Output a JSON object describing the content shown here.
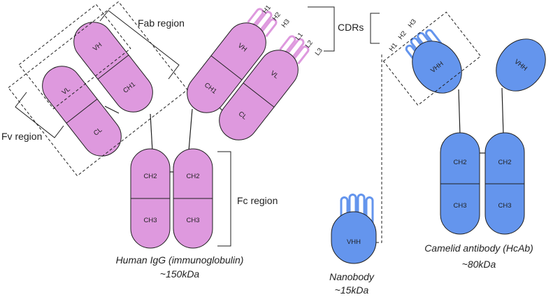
{
  "colors": {
    "igg": "#de99de",
    "igg_loop": "#de99de",
    "camelid": "#6495ed",
    "camelid_loop": "#6495ed",
    "outline": "#1f1f1f"
  },
  "igg": {
    "heavy_left": {
      "v": "VH",
      "c1": "CH1"
    },
    "light_left": {
      "v": "VL",
      "c": "CL"
    },
    "heavy_right": {
      "v": "VH",
      "c1": "CH1"
    },
    "light_right": {
      "v": "VL",
      "c": "CL"
    },
    "fc_left": {
      "c2": "CH2",
      "c3": "CH3"
    },
    "fc_right": {
      "c2": "CH2",
      "c3": "CH3"
    },
    "cdr_heavy": [
      "H1",
      "H2",
      "H3"
    ],
    "cdr_light": [
      "L1",
      "L2",
      "L3"
    ],
    "label_fab": "Fab region",
    "label_fv": "Fv region",
    "label_fc": "Fc region",
    "caption": "Human IgG (immunoglobulin)",
    "weight": "~150kDa"
  },
  "cdrs_label": "CDRs",
  "nanobody": {
    "domain": "VHH",
    "caption": "Nanobody",
    "weight": "~15kDa"
  },
  "camelid": {
    "vhh_left": "VHH",
    "vhh_right": "VHH",
    "cdr_labels": [
      "H1",
      "H2",
      "H3"
    ],
    "fc_left": {
      "c2": "CH2",
      "c3": "CH3"
    },
    "fc_right": {
      "c2": "CH2",
      "c3": "CH3"
    },
    "caption": "Camelid antibody (HcAb)",
    "weight": "~80kDa"
  }
}
